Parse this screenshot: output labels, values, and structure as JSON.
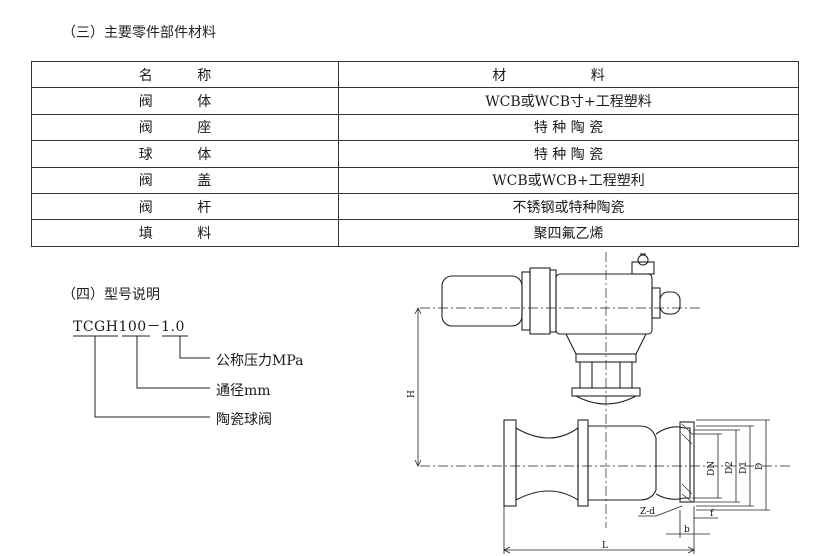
{
  "section3": {
    "title": "（三）主要零件部件材料"
  },
  "materials_table": {
    "headers": [
      "名 称",
      "材 料"
    ],
    "rows": [
      {
        "part": "阀 体",
        "material": "WCB或WCB寸+工程塑料"
      },
      {
        "part": "阀 座",
        "material": "特 种 陶 瓷"
      },
      {
        "part": "球 体",
        "material": "特 种 陶 瓷"
      },
      {
        "part": "阀 盖",
        "material": "WCB或WCB+工程塑利"
      },
      {
        "part": "阀 杆",
        "material": "不锈钢或特种陶瓷"
      },
      {
        "part": "填 料",
        "material": "聚四氟乙烯"
      }
    ]
  },
  "section4": {
    "title": "（四）型号说明",
    "model_code": "TCGH100－1.0",
    "labels": [
      "公称压力MPa",
      "通径mm",
      "陶瓷球阀"
    ]
  },
  "drawing": {
    "dimensions": {
      "H": "H",
      "L": "L",
      "DN": "DN",
      "D2": "D2",
      "D1": "D1",
      "D": "D",
      "Zd": "Z-d",
      "b": "b",
      "f": "f"
    }
  }
}
